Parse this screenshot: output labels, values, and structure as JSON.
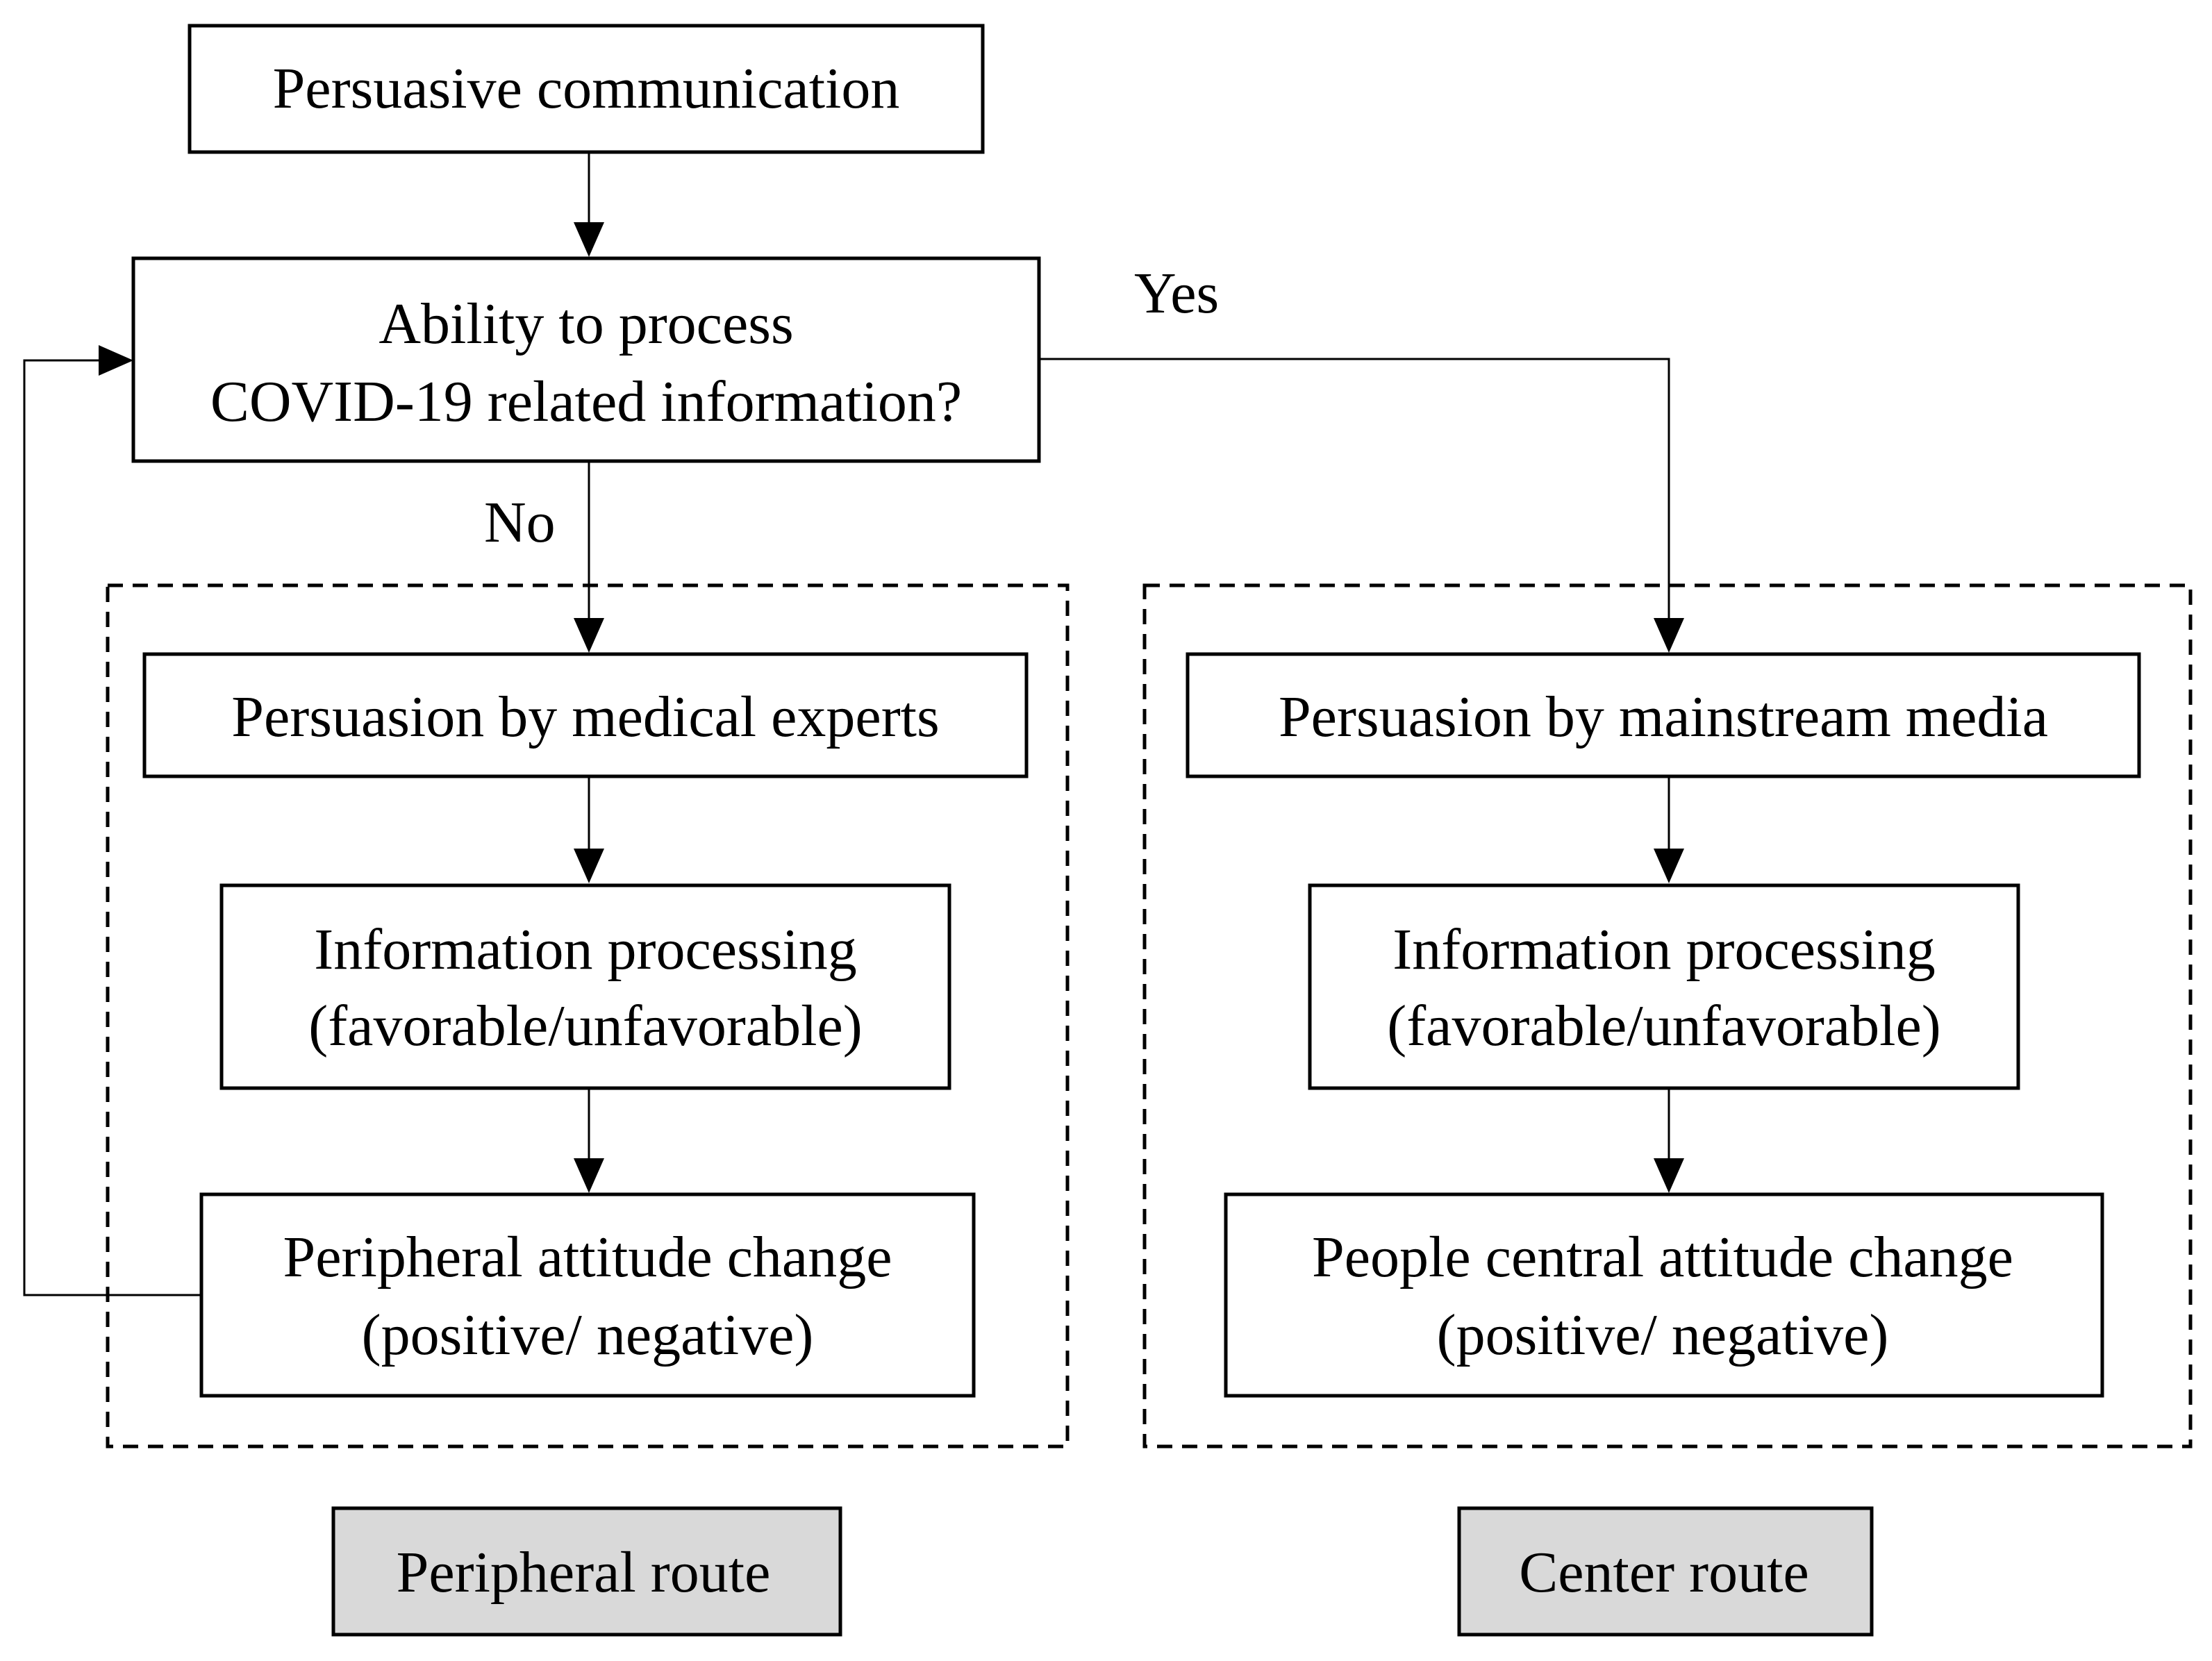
{
  "nodes": {
    "persuasive_communication": {
      "lines": [
        "Persuasive communication"
      ]
    },
    "ability": {
      "lines": [
        "Ability to process",
        "COVID-19 related information?"
      ]
    },
    "medical_experts": {
      "lines": [
        "Persuasion by medical experts"
      ]
    },
    "info_processing_left": {
      "lines": [
        "Information processing",
        "(favorable/unfavorable)"
      ]
    },
    "peripheral_change": {
      "lines": [
        "Peripheral attitude change",
        "(positive/ negative)"
      ]
    },
    "mainstream_media": {
      "lines": [
        "Persuasion by mainstream media"
      ]
    },
    "info_processing_right": {
      "lines": [
        "Information processing",
        "(favorable/unfavorable)"
      ]
    },
    "central_change": {
      "lines": [
        "People central attitude change",
        "(positive/ negative)"
      ]
    }
  },
  "route_labels": {
    "peripheral": "Peripheral route",
    "center": "Center route"
  },
  "edge_labels": {
    "yes": "Yes",
    "no": "No"
  }
}
